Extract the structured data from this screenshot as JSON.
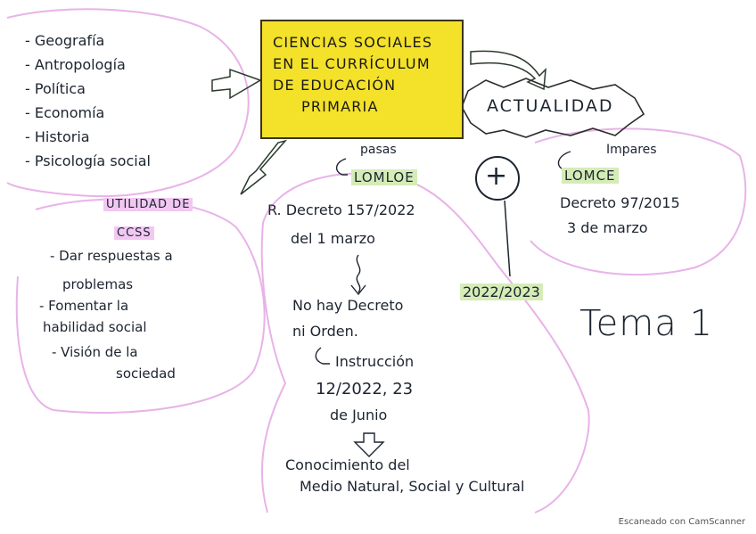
{
  "title_box": {
    "lines": [
      "CIENCIAS SOCIALES",
      "EN EL CURRÍCULUM",
      "DE EDUCACIÓN",
      "PRIMARIA"
    ]
  },
  "actualidad": {
    "label": "ACTUALIDAD"
  },
  "disciplines": {
    "items": [
      "- Geografía",
      "- Antropología",
      "- Política",
      "- Economía",
      "- Historia",
      "- Psicología social"
    ]
  },
  "utilidad": {
    "heading_1": "UTILIDAD DE",
    "heading_2": "CCSS",
    "lines": [
      "- Dar respuestas a",
      "problemas",
      "- Fomentar la",
      "habilidad social",
      "- Visión de la",
      "sociedad"
    ]
  },
  "lomloe": {
    "pasas": "pasas",
    "name": "LOMLOE",
    "decree_line_1": "R. Decreto 157/2022",
    "decree_line_2": "del 1 marzo",
    "no_decree_prefix": "No hay Decreto",
    "no_decree_year": "2022/2023",
    "no_decree_line_2": "ni Orden.",
    "instruccion_1": "Instrucción",
    "instruccion_2": "12/2022, 23",
    "instruccion_3": "de Junio",
    "area_line_1": "Conocimiento del",
    "area_line_2": "Medio Natural, Social y Cultural"
  },
  "plus": {
    "symbol": "+"
  },
  "lomce": {
    "impares": "Impares",
    "name": "LOMCE",
    "decree_line_1": "Decreto 97/2015",
    "decree_line_2": "3 de marzo"
  },
  "tema": {
    "label": "Tema 1"
  },
  "footer": {
    "scanner": "Escaneado con CamScanner"
  },
  "colors": {
    "yellow": "#f4e12a",
    "green_highlight": "#d5ecb7",
    "pink_highlight": "#f2c8f2",
    "pink_cloud": "#e8b3e8"
  }
}
